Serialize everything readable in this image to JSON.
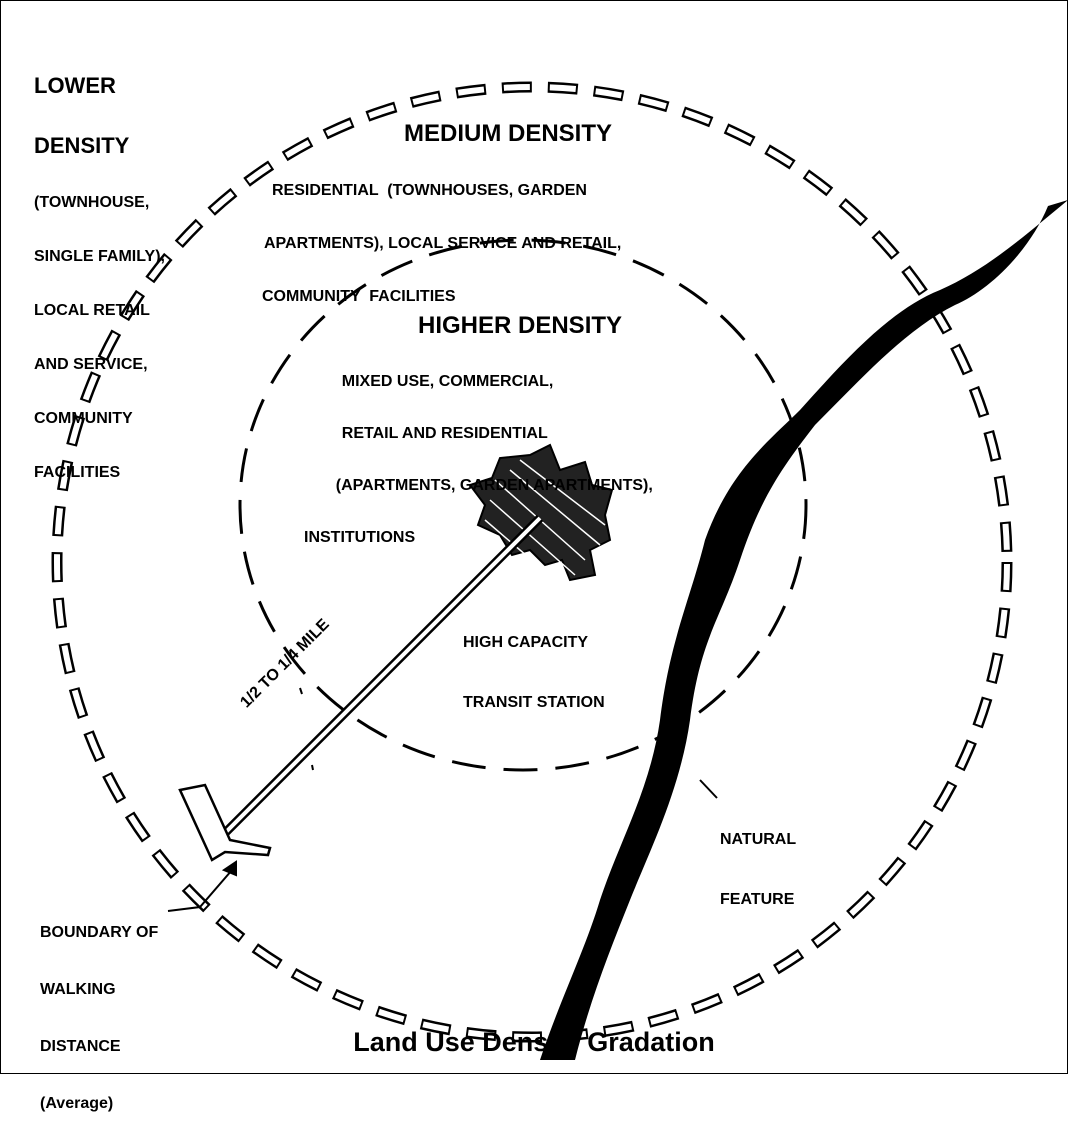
{
  "title": "Land Use Density Gradation",
  "zones": {
    "lower": {
      "heading_lines": [
        "LOWER",
        "DENSITY"
      ],
      "body_lines": [
        "(TOWNHOUSE,",
        "SINGLE FAMILY),",
        "LOCAL RETAIL",
        "AND SERVICE,",
        "COMMUNITY",
        "FACILITIES"
      ]
    },
    "medium": {
      "heading": "MEDIUM DENSITY",
      "body_lines": [
        "RESIDENTIAL  (TOWNHOUSES, GARDEN",
        "APARTMENTS), LOCAL SERVICE AND RETAIL,",
        "COMMUNITY  FACILITIES"
      ]
    },
    "higher": {
      "heading": "HIGHER DENSITY",
      "body_lines": [
        "    MIXED USE, COMMERCIAL,",
        "    RETAIL AND RESIDENTIAL",
        "    (APARTMENTS, GARDEN APARTMENTS),",
        "INSTITUTIONS"
      ]
    }
  },
  "station": {
    "label_lines": [
      "HIGH CAPACITY",
      "TRANSIT STATION"
    ]
  },
  "natural_feature": {
    "label_lines": [
      "NATURAL",
      "FEATURE"
    ]
  },
  "walking_boundary": {
    "label_lines": [
      "BOUNDARY OF",
      "WALKING",
      "DISTANCE",
      "(Average)"
    ]
  },
  "distance_label": "1/2 TO 1/4 MILE"
}
